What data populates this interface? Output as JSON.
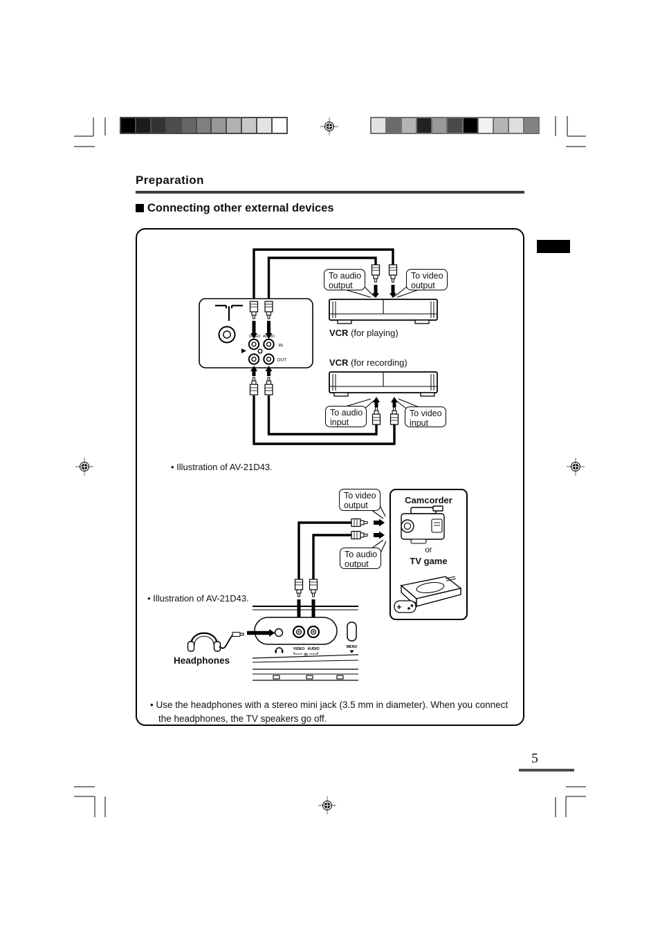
{
  "page": {
    "number": "5",
    "section": "Preparation",
    "title_bullet": "■",
    "title": "Connecting other external devices"
  },
  "calibration": {
    "left_bar": [
      "#000000",
      "#1b1b1b",
      "#333333",
      "#4d4d4d",
      "#656565",
      "#7f7f7f",
      "#979797",
      "#b1b1b1",
      "#c9c9c9",
      "#e3e3e3",
      "#ffffff"
    ],
    "right_bar": [
      "#e2e2e2",
      "#6a6a6a",
      "#b4b4b4",
      "#222222",
      "#9a9a9a",
      "#4a4a4a",
      "#000000",
      "#f2f2f2",
      "#b5b5b5",
      "#dedede",
      "#828282"
    ]
  },
  "diagram_top": {
    "callout_to_audio_output": {
      "line1": "To audio",
      "line2": "output"
    },
    "callout_to_video_output": {
      "line1": "To video",
      "line2": "output"
    },
    "vcr_playing_bold": "VCR",
    "vcr_playing_rest": " (for playing)",
    "vcr_recording_bold": "VCR",
    "vcr_recording_rest": " (for recording)",
    "callout_to_audio_input": {
      "line1": "To audio",
      "line2": "input"
    },
    "callout_to_video_input": {
      "line1": "To video",
      "line2": "input"
    },
    "back_panel": {
      "video_label": "VIDEO",
      "audio_label": "AUDIO",
      "in_label": "IN",
      "out_label": "OUT"
    },
    "note": "• Illustration of AV-21D43."
  },
  "diagram_middle": {
    "callout_to_video_output": {
      "line1": "To video",
      "line2": "output"
    },
    "callout_to_audio_output": {
      "line1": "To audio",
      "line2": "output"
    },
    "camcorder_label": "Camcorder",
    "or_label": "or",
    "tv_game_label": "TV game",
    "note": "• Illustration of AV-21D43."
  },
  "diagram_bottom": {
    "headphones_label": "Headphones",
    "front_panel": {
      "video_label": "VIDEO",
      "audio_label": "AUDIO",
      "in_label": "IN",
      "menu_label": "MENU"
    }
  },
  "footnote": "• Use the headphones with a stereo mini jack (3.5 mm in diameter). When you connect  the headphones, the TV speakers go off."
}
